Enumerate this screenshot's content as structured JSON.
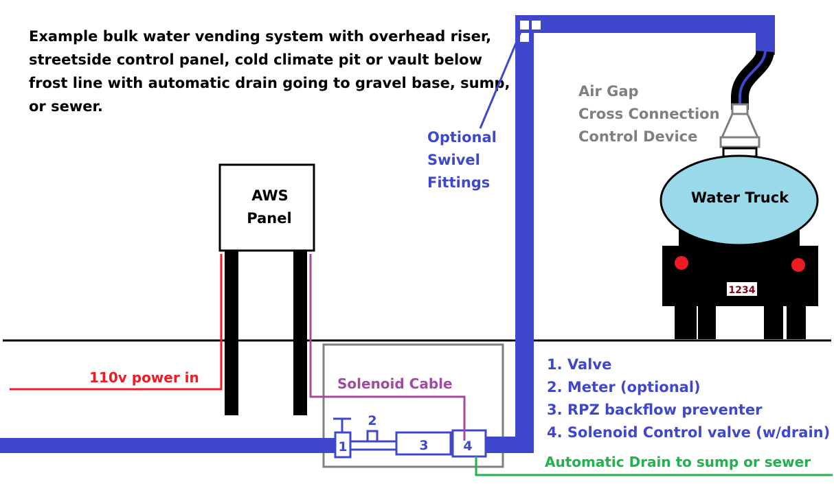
{
  "description_lines": [
    "Example bulk water vending system with overhead riser,",
    "streetside control panel, cold climate pit or vault below",
    "frost line with automatic drain going to gravel base, sump,",
    "or sewer."
  ],
  "panel": {
    "line1": "AWS",
    "line2": "Panel"
  },
  "swivel_label": [
    "Optional",
    "Swivel",
    "Fittings"
  ],
  "air_gap_label": [
    "Air Gap",
    "Cross Connection",
    "Control Device"
  ],
  "truck": {
    "label": "Water Truck",
    "plate": "1234"
  },
  "power_label": "110v power in",
  "solenoid_cable_label": "Solenoid Cable",
  "component_numbers": {
    "valve": "1",
    "meter": "2",
    "rpz": "3",
    "solenoid": "4"
  },
  "legend_items": [
    "1. Valve",
    "2. Meter (optional)",
    "3. RPZ backflow preventer",
    "4. Solenoid Control valve (w/drain)"
  ],
  "drain_label": "Automatic Drain to sump or sewer",
  "colors": {
    "pipe": "#3f48cc",
    "power": "#ed1c24",
    "cable": "#a349a4",
    "drain": "#22b14c",
    "gray": "#7f7f7f",
    "tank": "#99d9ea",
    "black": "#000000"
  }
}
